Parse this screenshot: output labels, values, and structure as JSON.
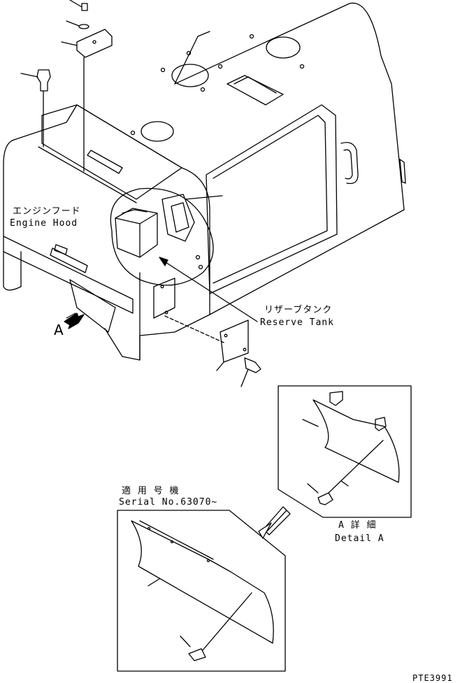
{
  "labels": {
    "engine_hood_jp": "エンジンフード",
    "engine_hood_en": "Engine Hood",
    "reserve_tank_jp": "リザーブタンク",
    "reserve_tank_en": "Reserve Tank",
    "view_arrow": "A",
    "detail_a_jp": "A 詳 細",
    "detail_a_en": "Detail A",
    "serial_jp": "適 用 号 機",
    "serial_en": "Serial No.63070~",
    "drawing_code": "PTE3991"
  }
}
